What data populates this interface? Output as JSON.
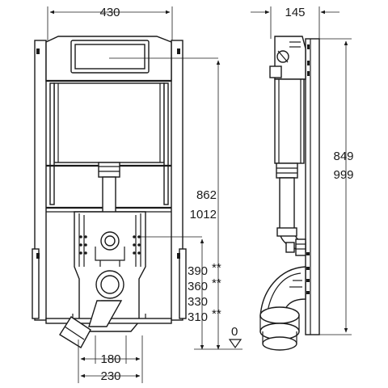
{
  "dimensions": {
    "width_frame": "430",
    "depth": "145",
    "height_frame": "862",
    "height_frame_alt": "1012",
    "height_side": "849",
    "height_side_alt": "999",
    "level_390": "390",
    "level_360": "360",
    "level_330": "330",
    "level_310": "310",
    "level_0": "0",
    "bottom_180": "180",
    "bottom_230": "230"
  },
  "marks": {
    "double_star": "**"
  }
}
